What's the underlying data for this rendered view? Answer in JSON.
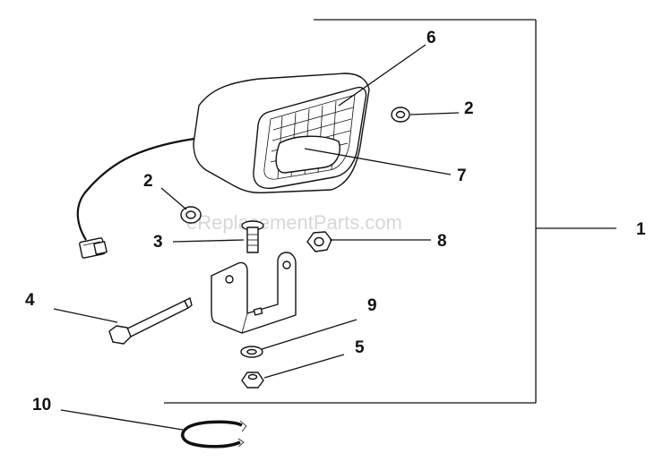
{
  "watermark": "eReplacementParts.com",
  "callouts": {
    "c1": "1",
    "c2a": "2",
    "c2b": "2",
    "c3": "3",
    "c4": "4",
    "c5": "5",
    "c6": "6",
    "c7": "7",
    "c8": "8",
    "c9": "9",
    "c10": "10"
  },
  "parts": [
    {
      "callout": "1",
      "name": "work-light-assembly"
    },
    {
      "callout": "2",
      "name": "grommet"
    },
    {
      "callout": "3",
      "name": "carriage-bolt"
    },
    {
      "callout": "4",
      "name": "hex-bolt"
    },
    {
      "callout": "5",
      "name": "hex-nut"
    },
    {
      "callout": "6",
      "name": "lamp-housing"
    },
    {
      "callout": "7",
      "name": "lens-reflector"
    },
    {
      "callout": "8",
      "name": "flange-nut"
    },
    {
      "callout": "9",
      "name": "flat-washer"
    },
    {
      "callout": "10",
      "name": "wire-tie-clamp"
    }
  ]
}
